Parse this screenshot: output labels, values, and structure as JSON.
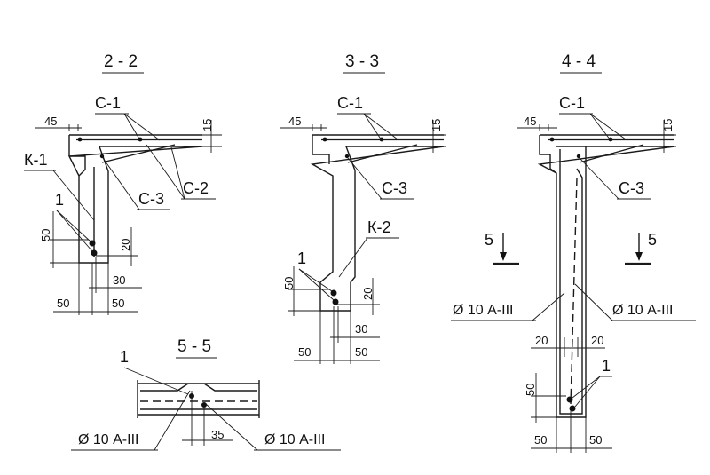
{
  "sections": {
    "s22": {
      "title": "2 - 2",
      "labels": {
        "c1": "С-1",
        "k1": "К-1",
        "c2": "С-2",
        "c3": "С-3",
        "rebar": "1"
      },
      "dims": {
        "d45": "45",
        "d15": "15",
        "d50v": "50",
        "d20v": "20",
        "d30": "30",
        "d50a": "50",
        "d50b": "50"
      }
    },
    "s33": {
      "title": "3 - 3",
      "labels": {
        "c1": "С-1",
        "c3": "С-3",
        "k2": "К-2",
        "rebar": "1"
      },
      "dims": {
        "d45": "45",
        "d15": "15",
        "d50v": "50",
        "d20v": "20",
        "d30": "30",
        "d50a": "50",
        "d50b": "50"
      }
    },
    "s44": {
      "title": "4 - 4",
      "labels": {
        "c1": "С-1",
        "c3": "С-3",
        "rebar": "1",
        "bar_left": "Ø 10 А-III",
        "bar_right": "Ø 10 А-III",
        "cut_left": "5",
        "cut_right": "5"
      },
      "dims": {
        "d45": "45",
        "d15": "15",
        "d20a": "20",
        "d20b": "20",
        "d50v": "50",
        "d50a": "50",
        "d50b": "50"
      }
    },
    "s55": {
      "title": "5 - 5",
      "labels": {
        "rebar": "1",
        "bar_left": "Ø 10 А-III",
        "bar_right": "Ø 10 А-III"
      },
      "dims": {
        "d35": "35"
      }
    }
  }
}
